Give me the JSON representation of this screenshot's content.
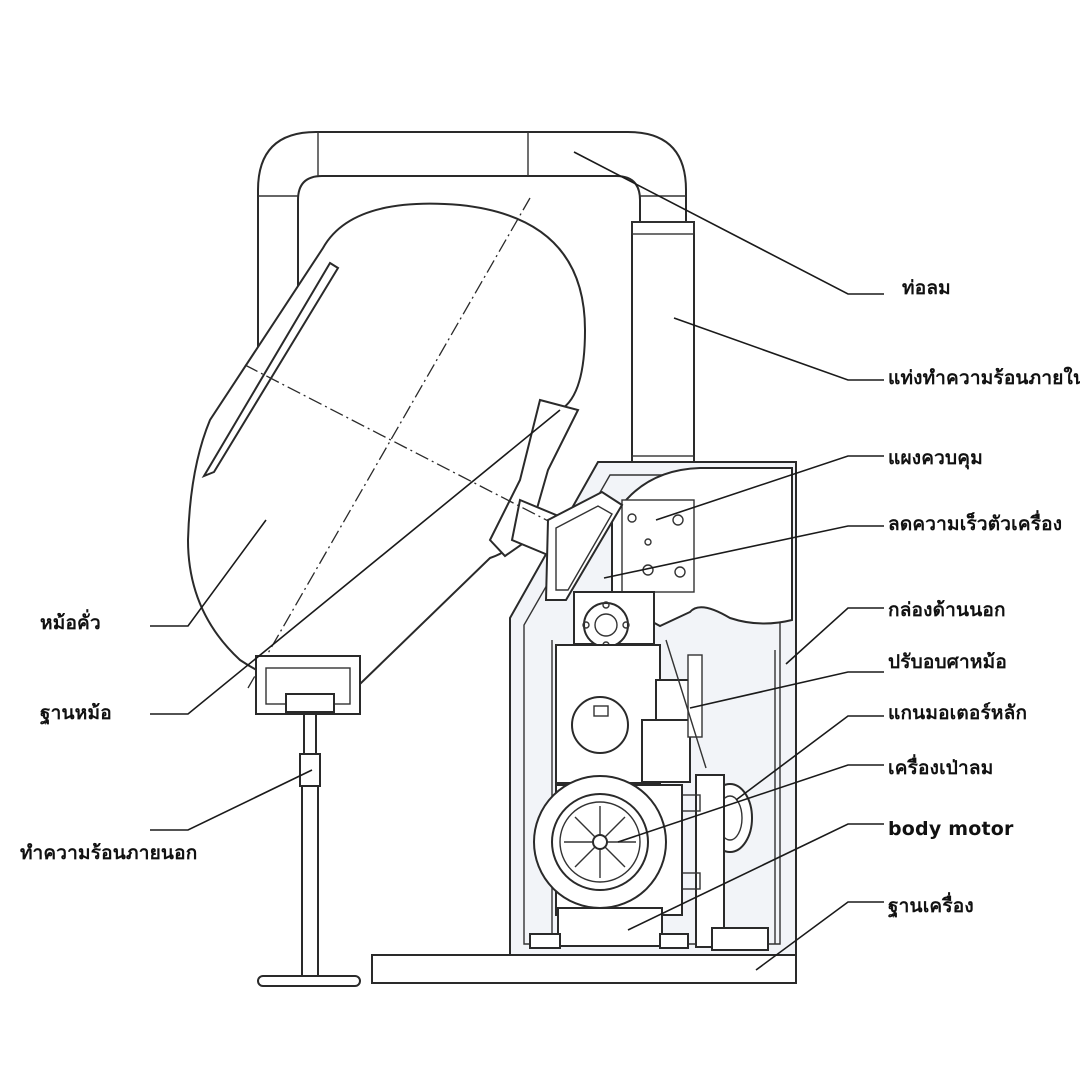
{
  "labels": {
    "air_duct": "ท่อลม",
    "inner_heater": "แท่งทำความร้อนภายใน",
    "control_panel": "แผงควบคุม",
    "reducer": "ลดความเร็วตัวเครื่อง",
    "outer_box": "กล่องด้านนอก",
    "pot_temp": "ปรับอบศาหม้อ",
    "main_shaft": "แกนมอเตอร์หลัก",
    "blower": "เครื่องเป่าลม",
    "body_motor": "body motor",
    "machine_base": "ฐานเครื่อง",
    "roasting_pot": "หม้อคั่ว",
    "pot_base": "ฐานหม้อ",
    "outer_heater": "ทำความร้อนภายนอก"
  }
}
